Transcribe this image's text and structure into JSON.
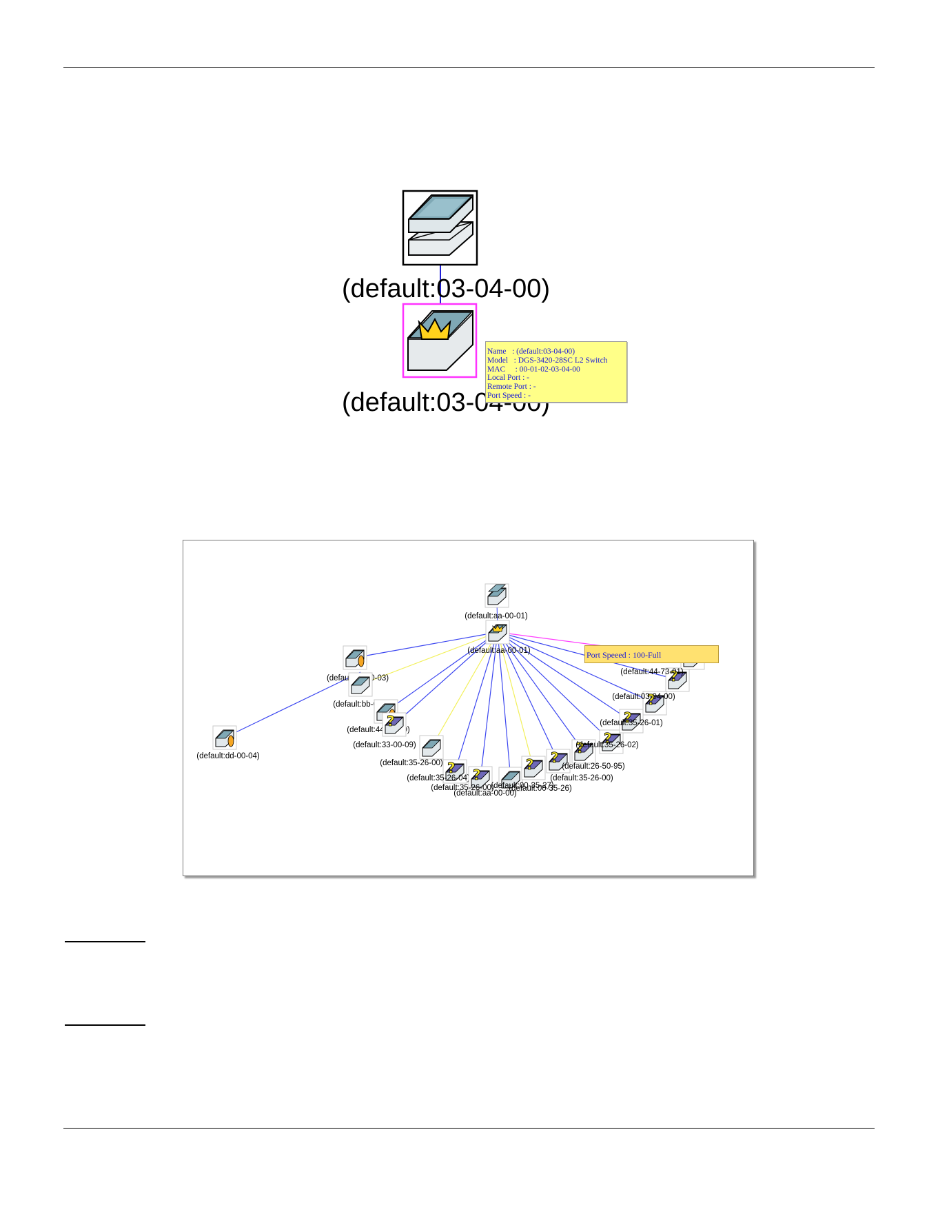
{
  "figure1": {
    "top_device_label": "(default:03-04-00)",
    "bottom_device_label": "(default:03-04-00)",
    "tooltip": [
      "Name   : (default:03-04-00)",
      "Model   : DGS-3420-28SC L2 Switch",
      "MAC     : 00-01-02-03-04-00",
      "Local Port : -",
      "Remote Port : -",
      "Port Speed : -"
    ]
  },
  "figure2": {
    "tooltip": "Port Speeed : 100-Full",
    "nodes": [
      {
        "label": "(default:aa-00-01)",
        "icon": "stacked-switch-icon"
      },
      {
        "label": "(default:aa-00-01)",
        "icon": "root-switch-crown-icon"
      },
      {
        "label": "(default:cc-00-03)",
        "icon": "switch-warning-icon"
      },
      {
        "label": "(default:bb-00-02)",
        "icon": "switch-icon"
      },
      {
        "label": "(default:44-00-10)",
        "icon": "switch-warning-icon"
      },
      {
        "label": "(default:33-00-09)",
        "icon": "unknown-device-icon"
      },
      {
        "label": "(default:35-26-00)",
        "icon": "switch-icon"
      },
      {
        "label": "(default:35-26-04)",
        "icon": "unknown-device-icon"
      },
      {
        "label": "(default:35-26-00)",
        "icon": "unknown-device-icon"
      },
      {
        "label": "(default:aa-00-00)",
        "icon": "switch-icon"
      },
      {
        "label": "(default:00-35-27)",
        "icon": "unknown-device-icon"
      },
      {
        "label": "(default:00-35-26)",
        "icon": "unknown-device-icon"
      },
      {
        "label": "(default:35-26-00)",
        "icon": "unknown-device-icon"
      },
      {
        "label": "(default:26-50-95)",
        "icon": "unknown-device-icon"
      },
      {
        "label": "(default:35-26-02)",
        "icon": "unknown-device-icon"
      },
      {
        "label": "(default:35-26-01)",
        "icon": "unknown-device-icon"
      },
      {
        "label": "(default:03-04-00)",
        "icon": "unknown-device-icon"
      },
      {
        "label": "(default:44-73-01)",
        "icon": "unknown-device-icon"
      },
      {
        "label": "(default:dd-00-04)",
        "icon": "switch-warning-icon"
      }
    ],
    "colors": {
      "link_blue": "#3b46f0",
      "link_yellow": "#f2f05a",
      "link_magenta": "#ff3cff",
      "highlight_border": "#ff33ff"
    }
  }
}
